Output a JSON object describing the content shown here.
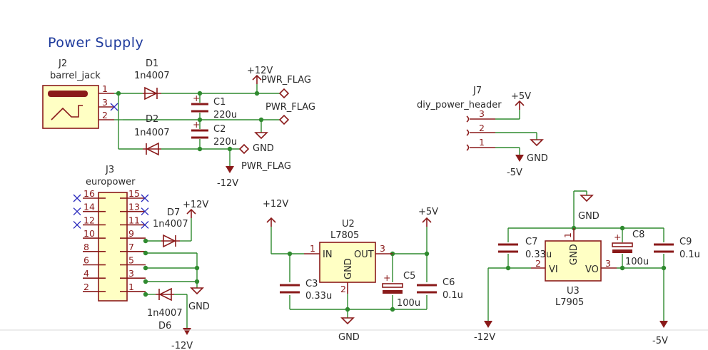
{
  "sheet": {
    "title": "Power Supply",
    "components": {
      "j2": {
        "ref": "J2",
        "value": "barrel_jack",
        "pins": [
          "1",
          "3",
          "2"
        ]
      },
      "d1": {
        "ref": "D1",
        "value": "1n4007"
      },
      "d2": {
        "ref": "D2",
        "value": "1n4007"
      },
      "c1": {
        "ref": "C1",
        "value": "220u"
      },
      "c2": {
        "ref": "C2",
        "value": "220u"
      },
      "j7": {
        "ref": "J7",
        "value": "diy_power_header",
        "pins": [
          "3",
          "2",
          "1"
        ]
      },
      "j3": {
        "ref": "J3",
        "value": "europower",
        "left_pins": [
          "16",
          "14",
          "12",
          "10",
          "8",
          "6",
          "4",
          "2"
        ],
        "right_pins": [
          "15",
          "13",
          "11",
          "9",
          "7",
          "5",
          "3",
          "1"
        ]
      },
      "d7": {
        "ref": "D7",
        "value": "1n4007"
      },
      "d6": {
        "ref": "D6",
        "value": "1n4007"
      },
      "u2": {
        "ref": "U2",
        "value": "L7805",
        "pin_in": "IN",
        "pin_out": "OUT",
        "pin_gnd": "GND",
        "pin1": "1",
        "pin2": "2",
        "pin3": "3"
      },
      "c3": {
        "ref": "C3",
        "value": "0.33u"
      },
      "c5": {
        "ref": "C5",
        "value": "100u"
      },
      "c6": {
        "ref": "C6",
        "value": "0.1u"
      },
      "u3": {
        "ref": "U3",
        "value": "L7905",
        "pin_vi": "VI",
        "pin_vo": "VO",
        "pin_gnd": "GND",
        "pin1": "1",
        "pin2": "2",
        "pin3": "3"
      },
      "c7": {
        "ref": "C7",
        "value": "0.33u"
      },
      "c8": {
        "ref": "C8",
        "value": "100u"
      },
      "c9": {
        "ref": "C9",
        "value": "0.1u"
      }
    },
    "power_symbols": {
      "p12v": "+12V",
      "p5v": "+5V",
      "m12v": "-12V",
      "m5v": "-5V",
      "gnd": "GND",
      "pwr_flag": "PWR_FLAG"
    },
    "colors": {
      "wire": "#2f8a2f",
      "symbol": "#8a1a1a",
      "body_fill": "#ffffc4",
      "title": "#1e3a9c",
      "no_connect": "#2b2bbd"
    }
  }
}
